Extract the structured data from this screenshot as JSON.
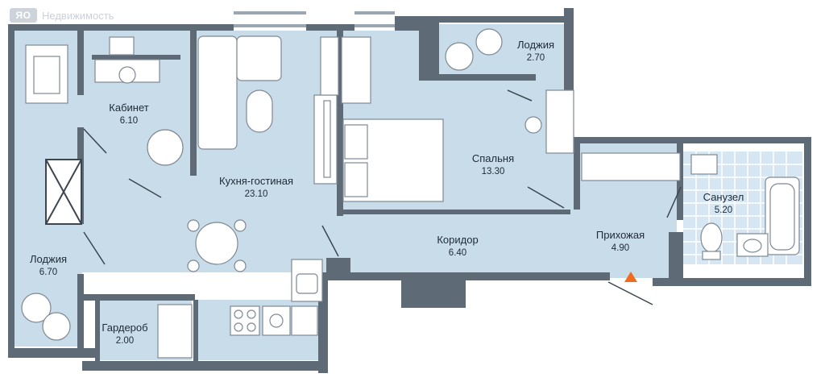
{
  "brand": {
    "logo": "ЯО",
    "name": "Недвижимость"
  },
  "rooms": {
    "cabinet": {
      "name": "Кабинет",
      "area": "6.10"
    },
    "kitchen_living": {
      "name": "Кухня-гостиная",
      "area": "23.10"
    },
    "bedroom": {
      "name": "Спальня",
      "area": "13.30"
    },
    "loggia_top": {
      "name": "Лоджия",
      "area": "2.70"
    },
    "loggia_left": {
      "name": "Лоджия",
      "area": "6.70"
    },
    "wardrobe": {
      "name": "Гардероб",
      "area": "2.00"
    },
    "corridor": {
      "name": "Коридор",
      "area": "6.40"
    },
    "hallway": {
      "name": "Прихожая",
      "area": "4.90"
    },
    "bathroom": {
      "name": "Санузел",
      "area": "5.20"
    }
  },
  "colors": {
    "floor": "#c9dcea",
    "wall": "#5e6a75",
    "furniture": "#ffffff",
    "furniture_stroke": "#7d8894",
    "entrance_marker": "#f06b1d",
    "tile": "#d6e7f3"
  }
}
